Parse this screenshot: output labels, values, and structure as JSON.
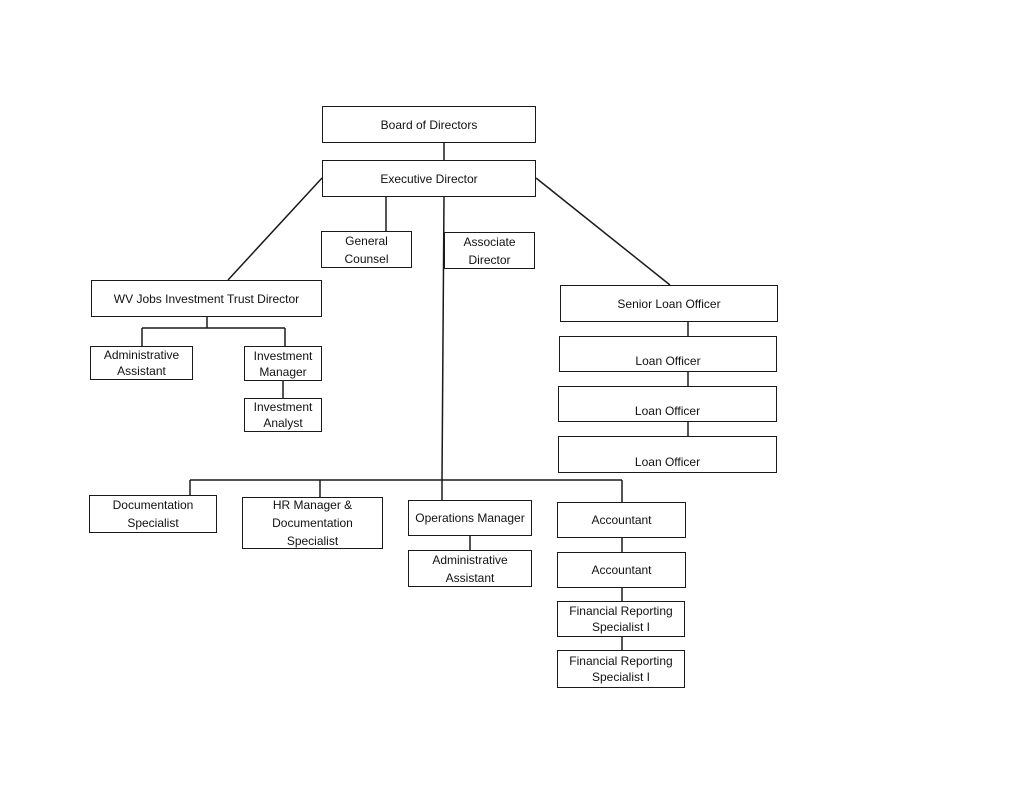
{
  "org_chart": {
    "board": "Board of Directors",
    "executive": "Executive Director",
    "general_counsel": "General Counsel",
    "associate_director": "Associate Director",
    "wvjit_director": "WV Jobs Investment Trust Director",
    "wvjit_admin_assistant": "Administrative Assistant",
    "investment_manager": "Investment Manager",
    "investment_analyst": "Investment Analyst",
    "senior_loan_officer": "Senior Loan Officer",
    "loan_officers": [
      "Loan Officer",
      "Loan Officer",
      "Loan Officer"
    ],
    "documentation_specialist": "Documentation Specialist",
    "hr_manager": "HR Manager & Documentation Specialist",
    "operations_manager": "Operations Manager",
    "ops_admin_assistant": "Administrative Assistant",
    "accountants": [
      "Accountant",
      "Accountant"
    ],
    "financial_reporting": [
      "Financial Reporting Specialist I",
      "Financial Reporting Specialist I"
    ]
  }
}
